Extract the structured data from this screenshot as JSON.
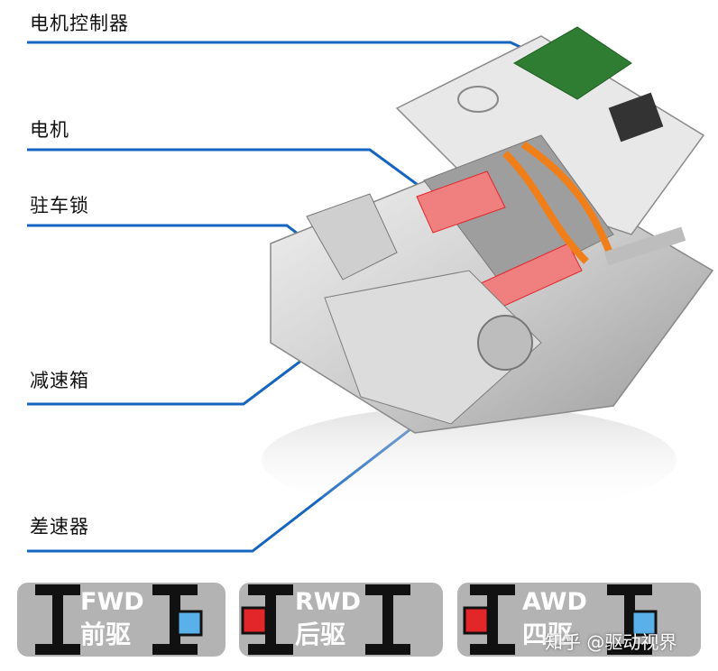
{
  "labels": {
    "controller": "电机控制器",
    "motor": "电机",
    "parking_lock": "驻车锁",
    "gearbox": "减速箱",
    "differential": "差速器"
  },
  "drive_types": [
    {
      "code": "FWD",
      "name": "前驱"
    },
    {
      "code": "RWD",
      "name": "后驱"
    },
    {
      "code": "AWD",
      "name": "四驱"
    }
  ],
  "watermark": "知乎 @驱动视界",
  "colors": {
    "leader_line": "#1565c0",
    "leader_dot": "#1565c0",
    "pill_bg": "#b3b3b3",
    "pill_text": "#ffffff",
    "axle_black": "#111111",
    "motor_red": "#e3262a",
    "motor_blue": "#5ab0e8",
    "housing": "#d9d9d9",
    "pcb_green": "#2e7d32",
    "cable_orange": "#f07f1a",
    "motor_highlight": "#f08080"
  }
}
